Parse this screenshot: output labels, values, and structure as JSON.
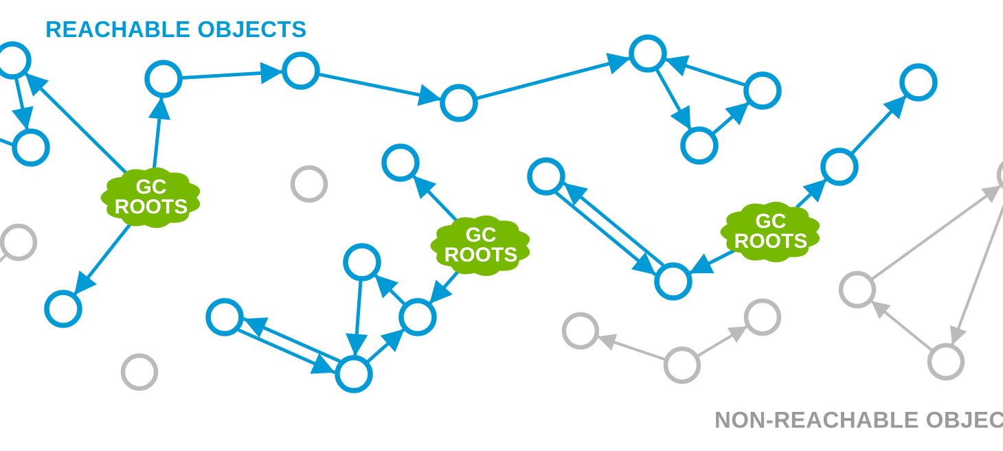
{
  "labels": {
    "reachable": "REACHABLE OBJECTS",
    "non_reachable": "NON-REACHABLE OBJECTS"
  },
  "gc_root_label": [
    "GC",
    "ROOTS"
  ],
  "colors": {
    "reachable": "#009ad6",
    "non_reachable": "#bbbbbb",
    "non_reachable_text": "#9a9a9a",
    "gc_root": "#76b900",
    "gc_root_text": "#ffffff",
    "background": "#ffffff"
  },
  "graph": {
    "roots": [
      "root1",
      "root2",
      "root3"
    ],
    "reachable_nodes": [
      "A",
      "B",
      "C",
      "D",
      "E",
      "F",
      "G",
      "H",
      "I",
      "J",
      "K",
      "L",
      "M",
      "N",
      "O",
      "P",
      "Q",
      "R"
    ],
    "non_reachable_nodes": [
      "g1",
      "g2",
      "g3",
      "g4",
      "g5",
      "g6",
      "g7",
      "g8",
      "g9"
    ],
    "edges": [
      {
        "from": "root1",
        "to": "A"
      },
      {
        "from": "A",
        "to": "B"
      },
      {
        "from": "root1",
        "to": "C"
      },
      {
        "from": "C",
        "to": "D"
      },
      {
        "from": "D",
        "to": "E"
      },
      {
        "from": "E",
        "to": "F"
      },
      {
        "from": "F",
        "to": "H"
      },
      {
        "from": "H",
        "to": "G"
      },
      {
        "from": "G",
        "to": "F"
      },
      {
        "from": "root1",
        "to": "J"
      },
      {
        "from": "root2",
        "to": "K"
      },
      {
        "from": "root2",
        "to": "M"
      },
      {
        "from": "M",
        "to": "L"
      },
      {
        "from": "L",
        "to": "O"
      },
      {
        "from": "O",
        "to": "M"
      },
      {
        "from": "O",
        "to": "N"
      },
      {
        "from": "N",
        "to": "O"
      },
      {
        "from": "root3",
        "to": "Q"
      },
      {
        "from": "Q",
        "to": "P"
      },
      {
        "from": "P",
        "to": "Q"
      },
      {
        "from": "root3",
        "to": "R"
      },
      {
        "from": "R",
        "to": "I"
      },
      {
        "from": "g5",
        "to": "g4"
      },
      {
        "from": "g5",
        "to": "g6"
      },
      {
        "from": "g7",
        "to": "g8"
      },
      {
        "from": "g8",
        "to": "g9"
      },
      {
        "from": "g9",
        "to": "g7"
      },
      {
        "from": "g2",
        "to": "offscreen-left"
      }
    ]
  }
}
